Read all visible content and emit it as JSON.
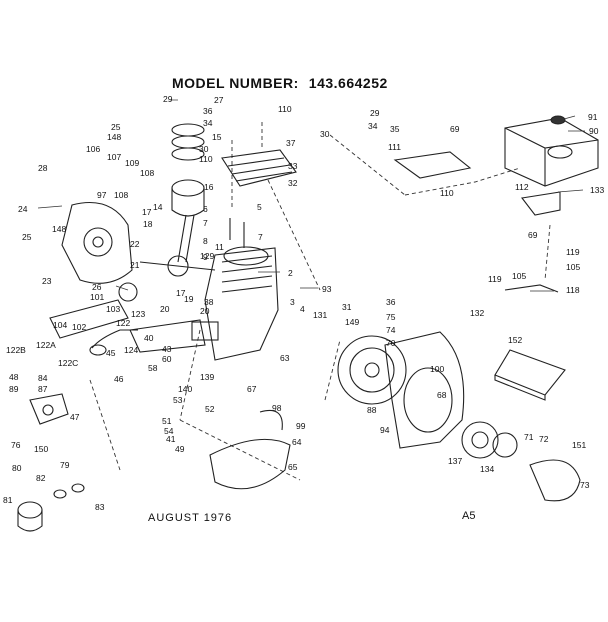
{
  "header": {
    "label": "MODEL NUMBER:",
    "model": "143.664252"
  },
  "footer": {
    "date": "AUGUST 1976",
    "code": "A5"
  },
  "callouts": [
    {
      "id": "c29a",
      "text": "29"
    },
    {
      "id": "c27",
      "text": "27"
    },
    {
      "id": "c36a",
      "text": "36"
    },
    {
      "id": "c34a",
      "text": "34"
    },
    {
      "id": "c110a",
      "text": "110"
    },
    {
      "id": "c29b",
      "text": "29"
    },
    {
      "id": "c34b",
      "text": "34"
    },
    {
      "id": "c30b",
      "text": "30"
    },
    {
      "id": "c35",
      "text": "35"
    },
    {
      "id": "c69a",
      "text": "69"
    },
    {
      "id": "c91",
      "text": "91"
    },
    {
      "id": "c90",
      "text": "90"
    },
    {
      "id": "c25a",
      "text": "25"
    },
    {
      "id": "c148a",
      "text": "148"
    },
    {
      "id": "c15",
      "text": "15"
    },
    {
      "id": "c30a",
      "text": "30"
    },
    {
      "id": "c110b",
      "text": "110"
    },
    {
      "id": "c37",
      "text": "37"
    },
    {
      "id": "c33",
      "text": "33"
    },
    {
      "id": "c32",
      "text": "32"
    },
    {
      "id": "c111",
      "text": "111"
    },
    {
      "id": "c110c",
      "text": "110"
    },
    {
      "id": "c106",
      "text": "106"
    },
    {
      "id": "c107",
      "text": "107"
    },
    {
      "id": "c109",
      "text": "109"
    },
    {
      "id": "c97",
      "text": "97"
    },
    {
      "id": "c108a",
      "text": "108"
    },
    {
      "id": "c108b",
      "text": "108"
    },
    {
      "id": "c28",
      "text": "28"
    },
    {
      "id": "c14",
      "text": "14"
    },
    {
      "id": "c16",
      "text": "16"
    },
    {
      "id": "c112",
      "text": "112"
    },
    {
      "id": "c133",
      "text": "133"
    },
    {
      "id": "c24",
      "text": "24"
    },
    {
      "id": "c17",
      "text": "17"
    },
    {
      "id": "c6",
      "text": "6"
    },
    {
      "id": "c5",
      "text": "5"
    },
    {
      "id": "c18",
      "text": "18"
    },
    {
      "id": "c7a",
      "text": "7"
    },
    {
      "id": "c8",
      "text": "8"
    },
    {
      "id": "c7b",
      "text": "7"
    },
    {
      "id": "c69b",
      "text": "69"
    },
    {
      "id": "c9",
      "text": "9"
    },
    {
      "id": "c119a",
      "text": "119"
    },
    {
      "id": "c25b",
      "text": "25"
    },
    {
      "id": "c148b",
      "text": "148"
    },
    {
      "id": "c22",
      "text": "22"
    },
    {
      "id": "c129",
      "text": "129"
    },
    {
      "id": "c11",
      "text": "11"
    },
    {
      "id": "c21",
      "text": "21"
    },
    {
      "id": "c119b",
      "text": "119"
    },
    {
      "id": "c105a",
      "text": "105"
    },
    {
      "id": "c105b",
      "text": "105"
    },
    {
      "id": "c118",
      "text": "118"
    },
    {
      "id": "c23",
      "text": "23"
    },
    {
      "id": "c26",
      "text": "26"
    },
    {
      "id": "c2",
      "text": "2"
    },
    {
      "id": "c93",
      "text": "93"
    },
    {
      "id": "c101",
      "text": "101"
    },
    {
      "id": "c103",
      "text": "103"
    },
    {
      "id": "c17b",
      "text": "17"
    },
    {
      "id": "c19",
      "text": "19"
    },
    {
      "id": "c38",
      "text": "38"
    },
    {
      "id": "c20a",
      "text": "20"
    },
    {
      "id": "c3",
      "text": "3"
    },
    {
      "id": "c4",
      "text": "4"
    },
    {
      "id": "c36b",
      "text": "36"
    },
    {
      "id": "c31",
      "text": "31"
    },
    {
      "id": "c104",
      "text": "104"
    },
    {
      "id": "c102",
      "text": "102"
    },
    {
      "id": "c123",
      "text": "123"
    },
    {
      "id": "c20b",
      "text": "20"
    },
    {
      "id": "c131",
      "text": "131"
    },
    {
      "id": "c149",
      "text": "149"
    },
    {
      "id": "c75",
      "text": "75"
    },
    {
      "id": "c132",
      "text": "132"
    },
    {
      "id": "c122",
      "text": "122"
    },
    {
      "id": "c40",
      "text": "40"
    },
    {
      "id": "c74",
      "text": "74"
    },
    {
      "id": "c152",
      "text": "152"
    },
    {
      "id": "c122b",
      "text": "122B"
    },
    {
      "id": "c122a",
      "text": "122A"
    },
    {
      "id": "c45",
      "text": "45"
    },
    {
      "id": "c124",
      "text": "124"
    },
    {
      "id": "c43",
      "text": "43"
    },
    {
      "id": "c70",
      "text": "70"
    },
    {
      "id": "c122c",
      "text": "122C"
    },
    {
      "id": "c60",
      "text": "60"
    },
    {
      "id": "c63",
      "text": "63"
    },
    {
      "id": "c48",
      "text": "48"
    },
    {
      "id": "c84",
      "text": "84"
    },
    {
      "id": "c58",
      "text": "58"
    },
    {
      "id": "c89",
      "text": "89"
    },
    {
      "id": "c87",
      "text": "87"
    },
    {
      "id": "c46",
      "text": "46"
    },
    {
      "id": "c140",
      "text": "140"
    },
    {
      "id": "c139",
      "text": "139"
    },
    {
      "id": "c100",
      "text": "100"
    },
    {
      "id": "c67",
      "text": "67"
    },
    {
      "id": "c68",
      "text": "68"
    },
    {
      "id": "c47",
      "text": "47"
    },
    {
      "id": "c53",
      "text": "53"
    },
    {
      "id": "c98",
      "text": "98"
    },
    {
      "id": "c88",
      "text": "88"
    },
    {
      "id": "c51",
      "text": "51"
    },
    {
      "id": "c99",
      "text": "99"
    },
    {
      "id": "c54",
      "text": "54"
    },
    {
      "id": "c41",
      "text": "41"
    },
    {
      "id": "c64",
      "text": "64"
    },
    {
      "id": "c71",
      "text": "71"
    },
    {
      "id": "c72",
      "text": "72"
    },
    {
      "id": "c151",
      "text": "151"
    },
    {
      "id": "c76",
      "text": "76"
    },
    {
      "id": "c150",
      "text": "150"
    },
    {
      "id": "c49",
      "text": "49"
    },
    {
      "id": "c52",
      "text": "52"
    },
    {
      "id": "c137",
      "text": "137"
    },
    {
      "id": "c134",
      "text": "134"
    },
    {
      "id": "c80",
      "text": "80"
    },
    {
      "id": "c79",
      "text": "79"
    },
    {
      "id": "c65",
      "text": "65"
    },
    {
      "id": "c82",
      "text": "82"
    },
    {
      "id": "c73",
      "text": "73"
    },
    {
      "id": "c81",
      "text": "81"
    },
    {
      "id": "c83",
      "text": "83"
    },
    {
      "id": "c94",
      "text": "94"
    }
  ]
}
